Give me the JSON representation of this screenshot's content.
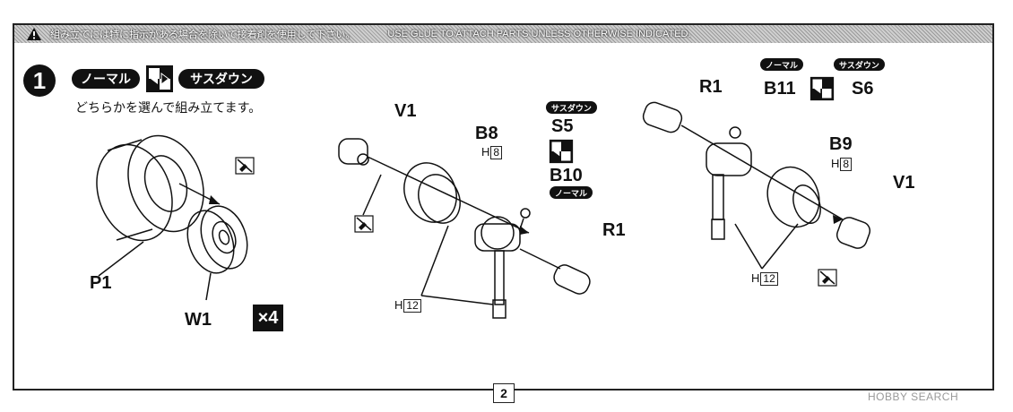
{
  "banner": {
    "jp": "組み立てには特に指示がある場合を除いて接着剤を使用して下さい。",
    "en": "USE GLUE TO ATTACH PARTS UNLESS OTHERWISE INDICATED."
  },
  "step": {
    "number": "1",
    "option_normal": "ノーマル",
    "option_lowered": "サスダウン",
    "instruction": "どちらかを選んで組み立てます。"
  },
  "left_assembly": {
    "tire_label": "P1",
    "wheel_label": "W1",
    "multiplier": "×4"
  },
  "middle_assembly": {
    "v1": "V1",
    "b8": "B8",
    "b8_runner": "H",
    "b8_num": "8",
    "lowered_tag": "サスダウン",
    "s5": "S5",
    "b10": "B10",
    "normal_tag": "ノーマル",
    "r1": "R1",
    "h12_runner": "H",
    "h12_num": "12"
  },
  "right_assembly": {
    "normal_tag": "ノーマル",
    "lowered_tag": "サスダウン",
    "r1": "R1",
    "b11": "B11",
    "s6": "S6",
    "b9": "B9",
    "b9_runner": "H",
    "b9_num": "8",
    "v1": "V1",
    "h12_runner": "H",
    "h12_num": "12"
  },
  "footer": {
    "page": "2",
    "watermark": "HOBBY SEARCH"
  },
  "icons": [
    "warning-icon",
    "glue-icon",
    "choice-arrow-icon"
  ]
}
